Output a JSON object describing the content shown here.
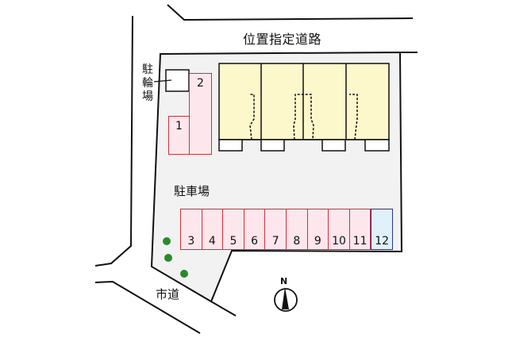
{
  "labels": {
    "designated_road": "位置指定道路",
    "bicycle_parking": "駐輪場",
    "parking_lot": "駐車場",
    "city_road": "市道",
    "north": "N"
  },
  "colors": {
    "lot_fill": "#f2f2f2",
    "building_fill": "#fdf8cc",
    "space_fill": "#fde6ec",
    "space_border": "#c8323c",
    "accent_space_fill": "#dff1fb",
    "accent_space_border": "#28348c",
    "tree": "#2a8a2a"
  },
  "buildings": {
    "units": 4
  },
  "parking_spaces": {
    "upper": [
      {
        "number": "1"
      },
      {
        "number": "2"
      }
    ],
    "row": [
      {
        "number": "3"
      },
      {
        "number": "4"
      },
      {
        "number": "5"
      },
      {
        "number": "6"
      },
      {
        "number": "7"
      },
      {
        "number": "8"
      },
      {
        "number": "9"
      },
      {
        "number": "10"
      },
      {
        "number": "11"
      },
      {
        "number": "12",
        "highlight": true
      }
    ]
  },
  "trees": 3
}
